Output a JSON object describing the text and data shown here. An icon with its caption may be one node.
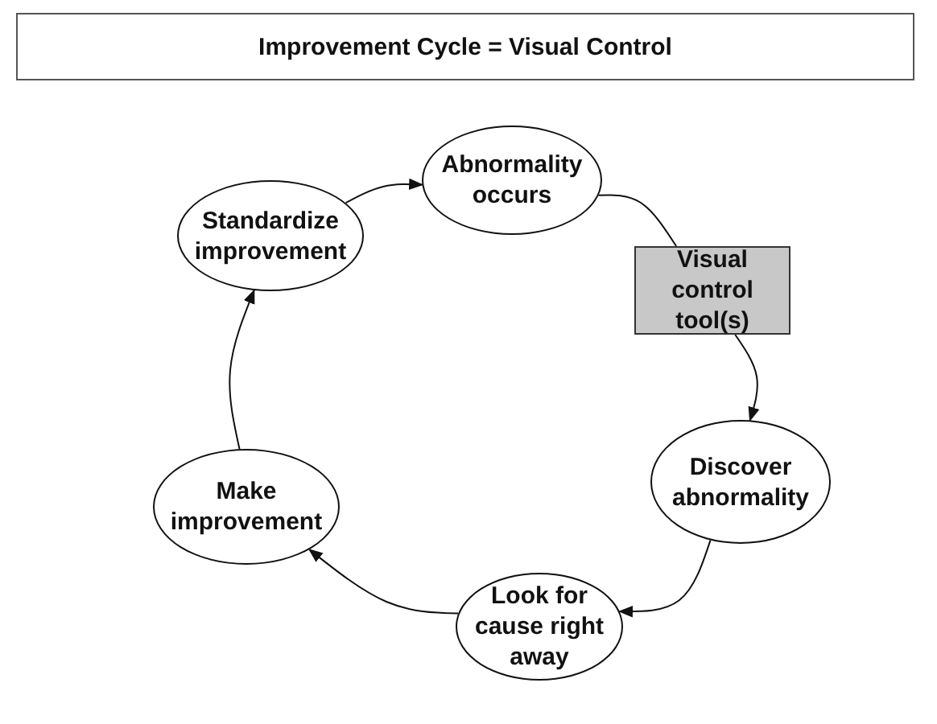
{
  "diagram": {
    "title": "Improvement Cycle = Visual Control",
    "nodes": [
      {
        "text": [
          "Abnormality occurs"
        ]
      },
      {
        "text": [
          "Visual control tool(s)"
        ]
      },
      {
        "text": [
          "Discover abnormality"
        ]
      },
      {
        "text": [
          "Look for cause right away"
        ]
      },
      {
        "text": [
          "Make improvement"
        ]
      },
      {
        "text": [
          "Standardize improvement"
        ]
      }
    ],
    "edges": [
      {
        "from": 0,
        "to": 1,
        "arrow": "none"
      },
      {
        "from": 1,
        "to": 2,
        "arrow": "to"
      },
      {
        "from": 2,
        "to": 3,
        "arrow": "to"
      },
      {
        "from": 3,
        "to": 4,
        "arrow": "to"
      },
      {
        "from": 4,
        "to": 5,
        "arrow": "to"
      },
      {
        "from": 5,
        "to": 0,
        "arrow": "to"
      }
    ]
  }
}
